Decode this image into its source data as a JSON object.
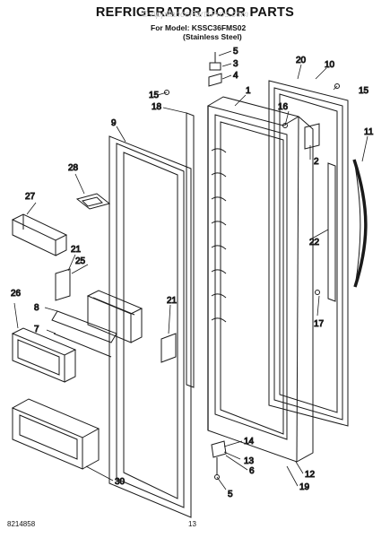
{
  "title": "REFRIGERATOR DOOR PARTS",
  "watermark": "© AppliancePartsPros.com",
  "model_line": "For Model: KSSC36FMS02",
  "model_finish": "(Stainless Steel)",
  "footer_code": "8214858",
  "page_number": "13",
  "callouts": {
    "c5a": "5",
    "c3": "3",
    "c4": "4",
    "c20": "20",
    "c10": "10",
    "c15a": "15",
    "c15b": "15",
    "c18": "18",
    "c1": "1",
    "c16": "16",
    "c9": "9",
    "c11": "11",
    "c2": "2",
    "c28": "28",
    "c27": "27",
    "c22": "22",
    "c21a": "21",
    "c25": "25",
    "c21b": "21",
    "c26": "26",
    "c8": "8",
    "c7": "7",
    "c17": "17",
    "c14": "14",
    "c13": "13",
    "c6": "6",
    "c30": "30",
    "c12": "12",
    "c19": "19",
    "c5b": "5"
  }
}
